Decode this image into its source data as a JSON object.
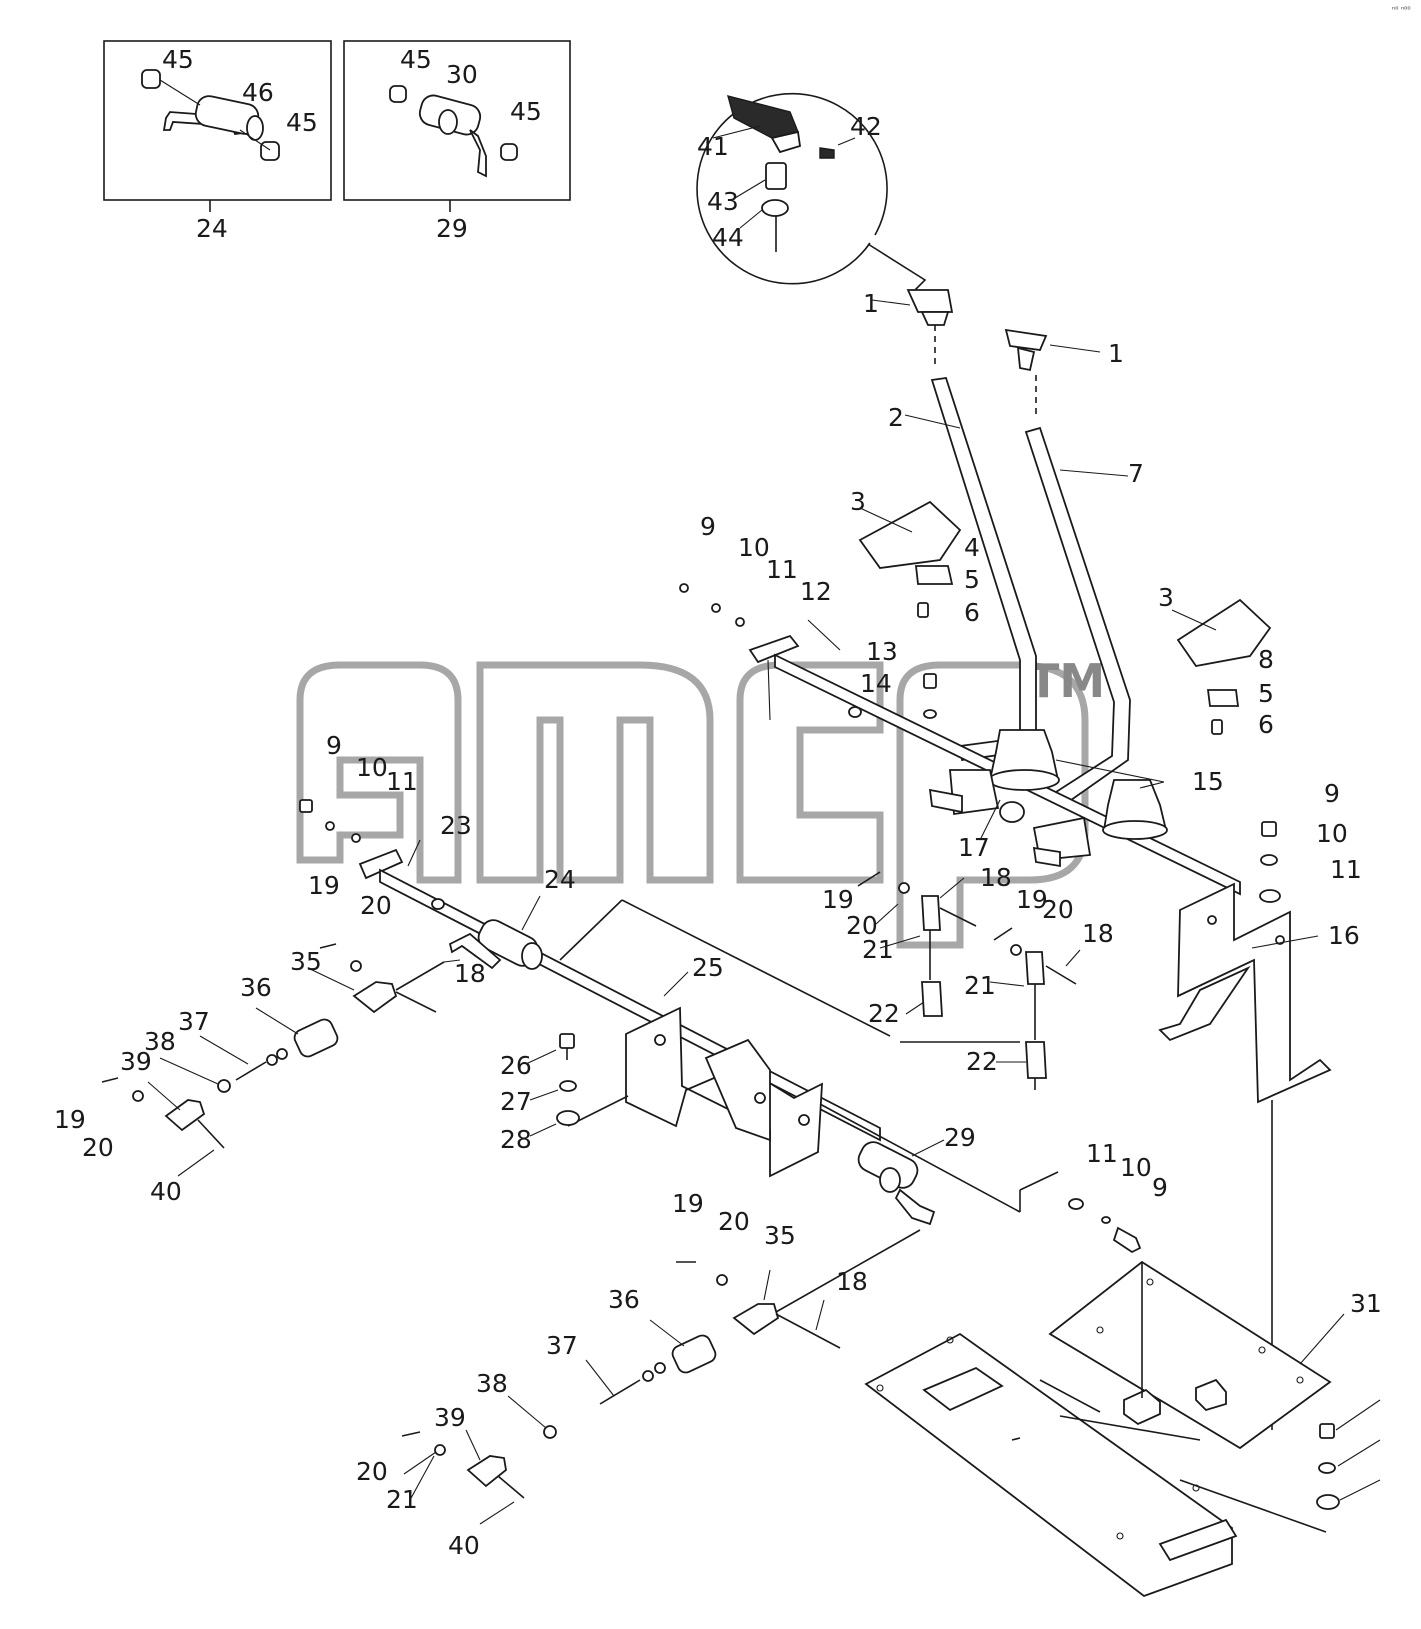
{
  "diagram": {
    "corner_text": "ⁿ⁰ ⁿ⁰⁰",
    "watermark": {
      "tm": "TM"
    },
    "detail_boxes": [
      {
        "caption": "24",
        "labels": [
          "45",
          "46",
          "45"
        ]
      },
      {
        "caption": "29",
        "labels": [
          "45",
          "30",
          "45"
        ]
      }
    ],
    "callouts": [
      "1",
      "2",
      "3",
      "4",
      "5",
      "6",
      "7",
      "8",
      "9",
      "10",
      "11",
      "12",
      "13",
      "14",
      "15",
      "16",
      "17",
      "18",
      "19",
      "20",
      "21",
      "22",
      "23",
      "24",
      "25",
      "26",
      "27",
      "28",
      "29",
      "30",
      "31",
      "35",
      "36",
      "37",
      "38",
      "39",
      "40",
      "41",
      "42",
      "43",
      "44",
      "45",
      "46"
    ]
  },
  "labels": {
    "l1a": "1",
    "l1b": "1",
    "l2": "2",
    "l3a": "3",
    "l3b": "3",
    "l4": "4",
    "l5a": "5",
    "l5b": "5",
    "l6a": "6",
    "l6b": "6",
    "l7": "7",
    "l8": "8",
    "l9a": "9",
    "l10a": "10",
    "l11a": "11",
    "l12": "12",
    "l13": "13",
    "l14": "14",
    "l15": "15",
    "l9b": "9",
    "l10b": "10",
    "l11b": "11",
    "l23": "23",
    "l24a": "24",
    "l9c": "9",
    "l10c": "10",
    "l11c": "11",
    "l16": "16",
    "l17": "17",
    "l18a": "18",
    "l19a": "19",
    "l20a": "20",
    "l21a": "21",
    "l22a": "22",
    "l18b": "18",
    "l19b": "19",
    "l20b": "20",
    "l21b": "21",
    "l22b": "22",
    "l19c": "19",
    "l20c": "20",
    "l35a": "35",
    "l18c": "18",
    "l36a": "36",
    "l37a": "37",
    "l38a": "38",
    "l39a": "39",
    "l19d": "19",
    "l20d": "20",
    "l40a": "40",
    "l25": "25",
    "l26": "26",
    "l27": "27",
    "l28": "28",
    "l29": "29",
    "l11d": "11",
    "l10d": "10",
    "l9d": "9",
    "l19e": "19",
    "l20e": "20",
    "l35b": "35",
    "l18d": "18",
    "l36b": "36",
    "l37b": "37",
    "l38b": "38",
    "l39b": "39",
    "l20f": "20",
    "l21c": "21",
    "l40b": "40",
    "l31": "31",
    "l41": "41",
    "l42": "42",
    "l43": "43",
    "l44": "44",
    "b24_45a": "45",
    "b24_46": "46",
    "b24_45b": "45",
    "b24_cap": "24",
    "b29_45a": "45",
    "b29_30": "30",
    "b29_45b": "45",
    "b29_cap": "29"
  }
}
